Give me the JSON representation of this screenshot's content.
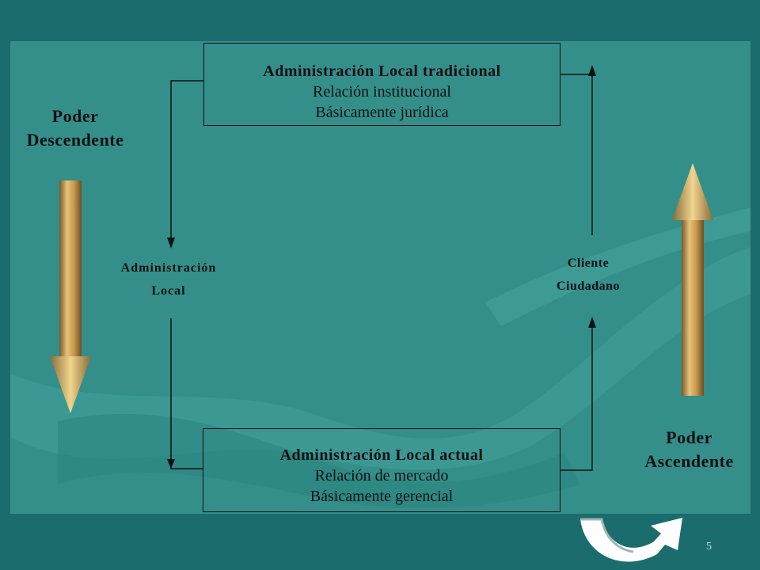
{
  "top_box": {
    "line1": "Administración Local tradicional",
    "line2": "Relación institucional",
    "line3": "Básicamente jurídica"
  },
  "bottom_box": {
    "line1": "Administración Local actual",
    "line2": "Relación de mercado",
    "line3": "Básicamente gerencial"
  },
  "left_node": {
    "line1": "Administración",
    "line2": "Local"
  },
  "right_node": {
    "line1": "Cliente",
    "line2": "Ciudadano"
  },
  "left_power": {
    "line1": "Poder",
    "line2": "Descendente"
  },
  "right_power": {
    "line1": "Poder",
    "line2": "Ascendente"
  },
  "page_number": "5",
  "colors": {
    "background": "#1b6c6c",
    "panel": "#348f8b",
    "gold_arrow": "#c9a25a",
    "line": "#111111"
  }
}
